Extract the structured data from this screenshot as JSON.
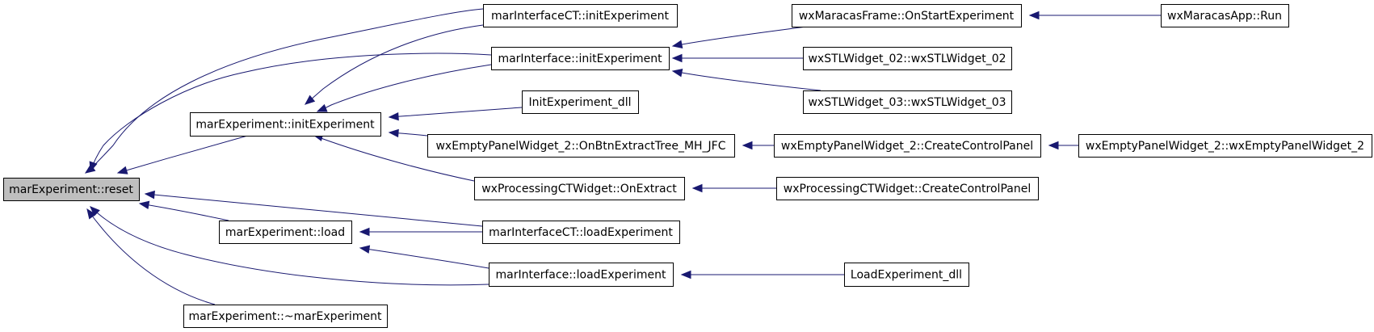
{
  "graph": {
    "edge_color": "#191970",
    "root_fill": "#bfbfbf",
    "nodes": [
      {
        "id": "reset",
        "label": "marExperiment::reset"
      },
      {
        "id": "init",
        "label": "marExperiment::initExperiment"
      },
      {
        "id": "load",
        "label": "marExperiment::load"
      },
      {
        "id": "dtor",
        "label": "marExperiment::~marExperiment"
      },
      {
        "id": "ictInit",
        "label": "marInterfaceCT::initExperiment"
      },
      {
        "id": "iInit",
        "label": "marInterface::initExperiment"
      },
      {
        "id": "initDll",
        "label": "InitExperiment_dll"
      },
      {
        "id": "btnExtract",
        "label": "wxEmptyPanelWidget_2::OnBtnExtractTree_MH_JFC"
      },
      {
        "id": "pctExtract",
        "label": "wxProcessingCTWidget::OnExtract"
      },
      {
        "id": "ictLoad",
        "label": "marInterfaceCT::loadExperiment"
      },
      {
        "id": "iLoad",
        "label": "marInterface::loadExperiment"
      },
      {
        "id": "onStart",
        "label": "wxMaracasFrame::OnStartExperiment"
      },
      {
        "id": "stl02",
        "label": "wxSTLWidget_02::wxSTLWidget_02"
      },
      {
        "id": "stl03",
        "label": "wxSTLWidget_03::wxSTLWidget_03"
      },
      {
        "id": "ccPanel2",
        "label": "wxEmptyPanelWidget_2::CreateControlPanel"
      },
      {
        "id": "ccPanelPct",
        "label": "wxProcessingCTWidget::CreateControlPanel"
      },
      {
        "id": "loadDll",
        "label": "LoadExperiment_dll"
      },
      {
        "id": "run",
        "label": "wxMaracasApp::Run"
      },
      {
        "id": "emptyCtor",
        "label": "wxEmptyPanelWidget_2::wxEmptyPanelWidget_2"
      }
    ],
    "edges": [
      {
        "from": "ictInit",
        "to": "reset"
      },
      {
        "from": "iInit",
        "to": "reset"
      },
      {
        "from": "init",
        "to": "reset"
      },
      {
        "from": "ictLoad",
        "to": "reset"
      },
      {
        "from": "load",
        "to": "reset"
      },
      {
        "from": "iLoad",
        "to": "reset"
      },
      {
        "from": "dtor",
        "to": "reset"
      },
      {
        "from": "ictInit",
        "to": "init"
      },
      {
        "from": "iInit",
        "to": "init"
      },
      {
        "from": "initDll",
        "to": "init"
      },
      {
        "from": "btnExtract",
        "to": "init"
      },
      {
        "from": "pctExtract",
        "to": "init"
      },
      {
        "from": "ictLoad",
        "to": "load"
      },
      {
        "from": "iLoad",
        "to": "load"
      },
      {
        "from": "onStart",
        "to": "iInit"
      },
      {
        "from": "stl02",
        "to": "iInit"
      },
      {
        "from": "stl03",
        "to": "iInit"
      },
      {
        "from": "ccPanel2",
        "to": "btnExtract"
      },
      {
        "from": "ccPanelPct",
        "to": "pctExtract"
      },
      {
        "from": "loadDll",
        "to": "iLoad"
      },
      {
        "from": "run",
        "to": "onStart"
      },
      {
        "from": "emptyCtor",
        "to": "ccPanel2"
      }
    ]
  }
}
